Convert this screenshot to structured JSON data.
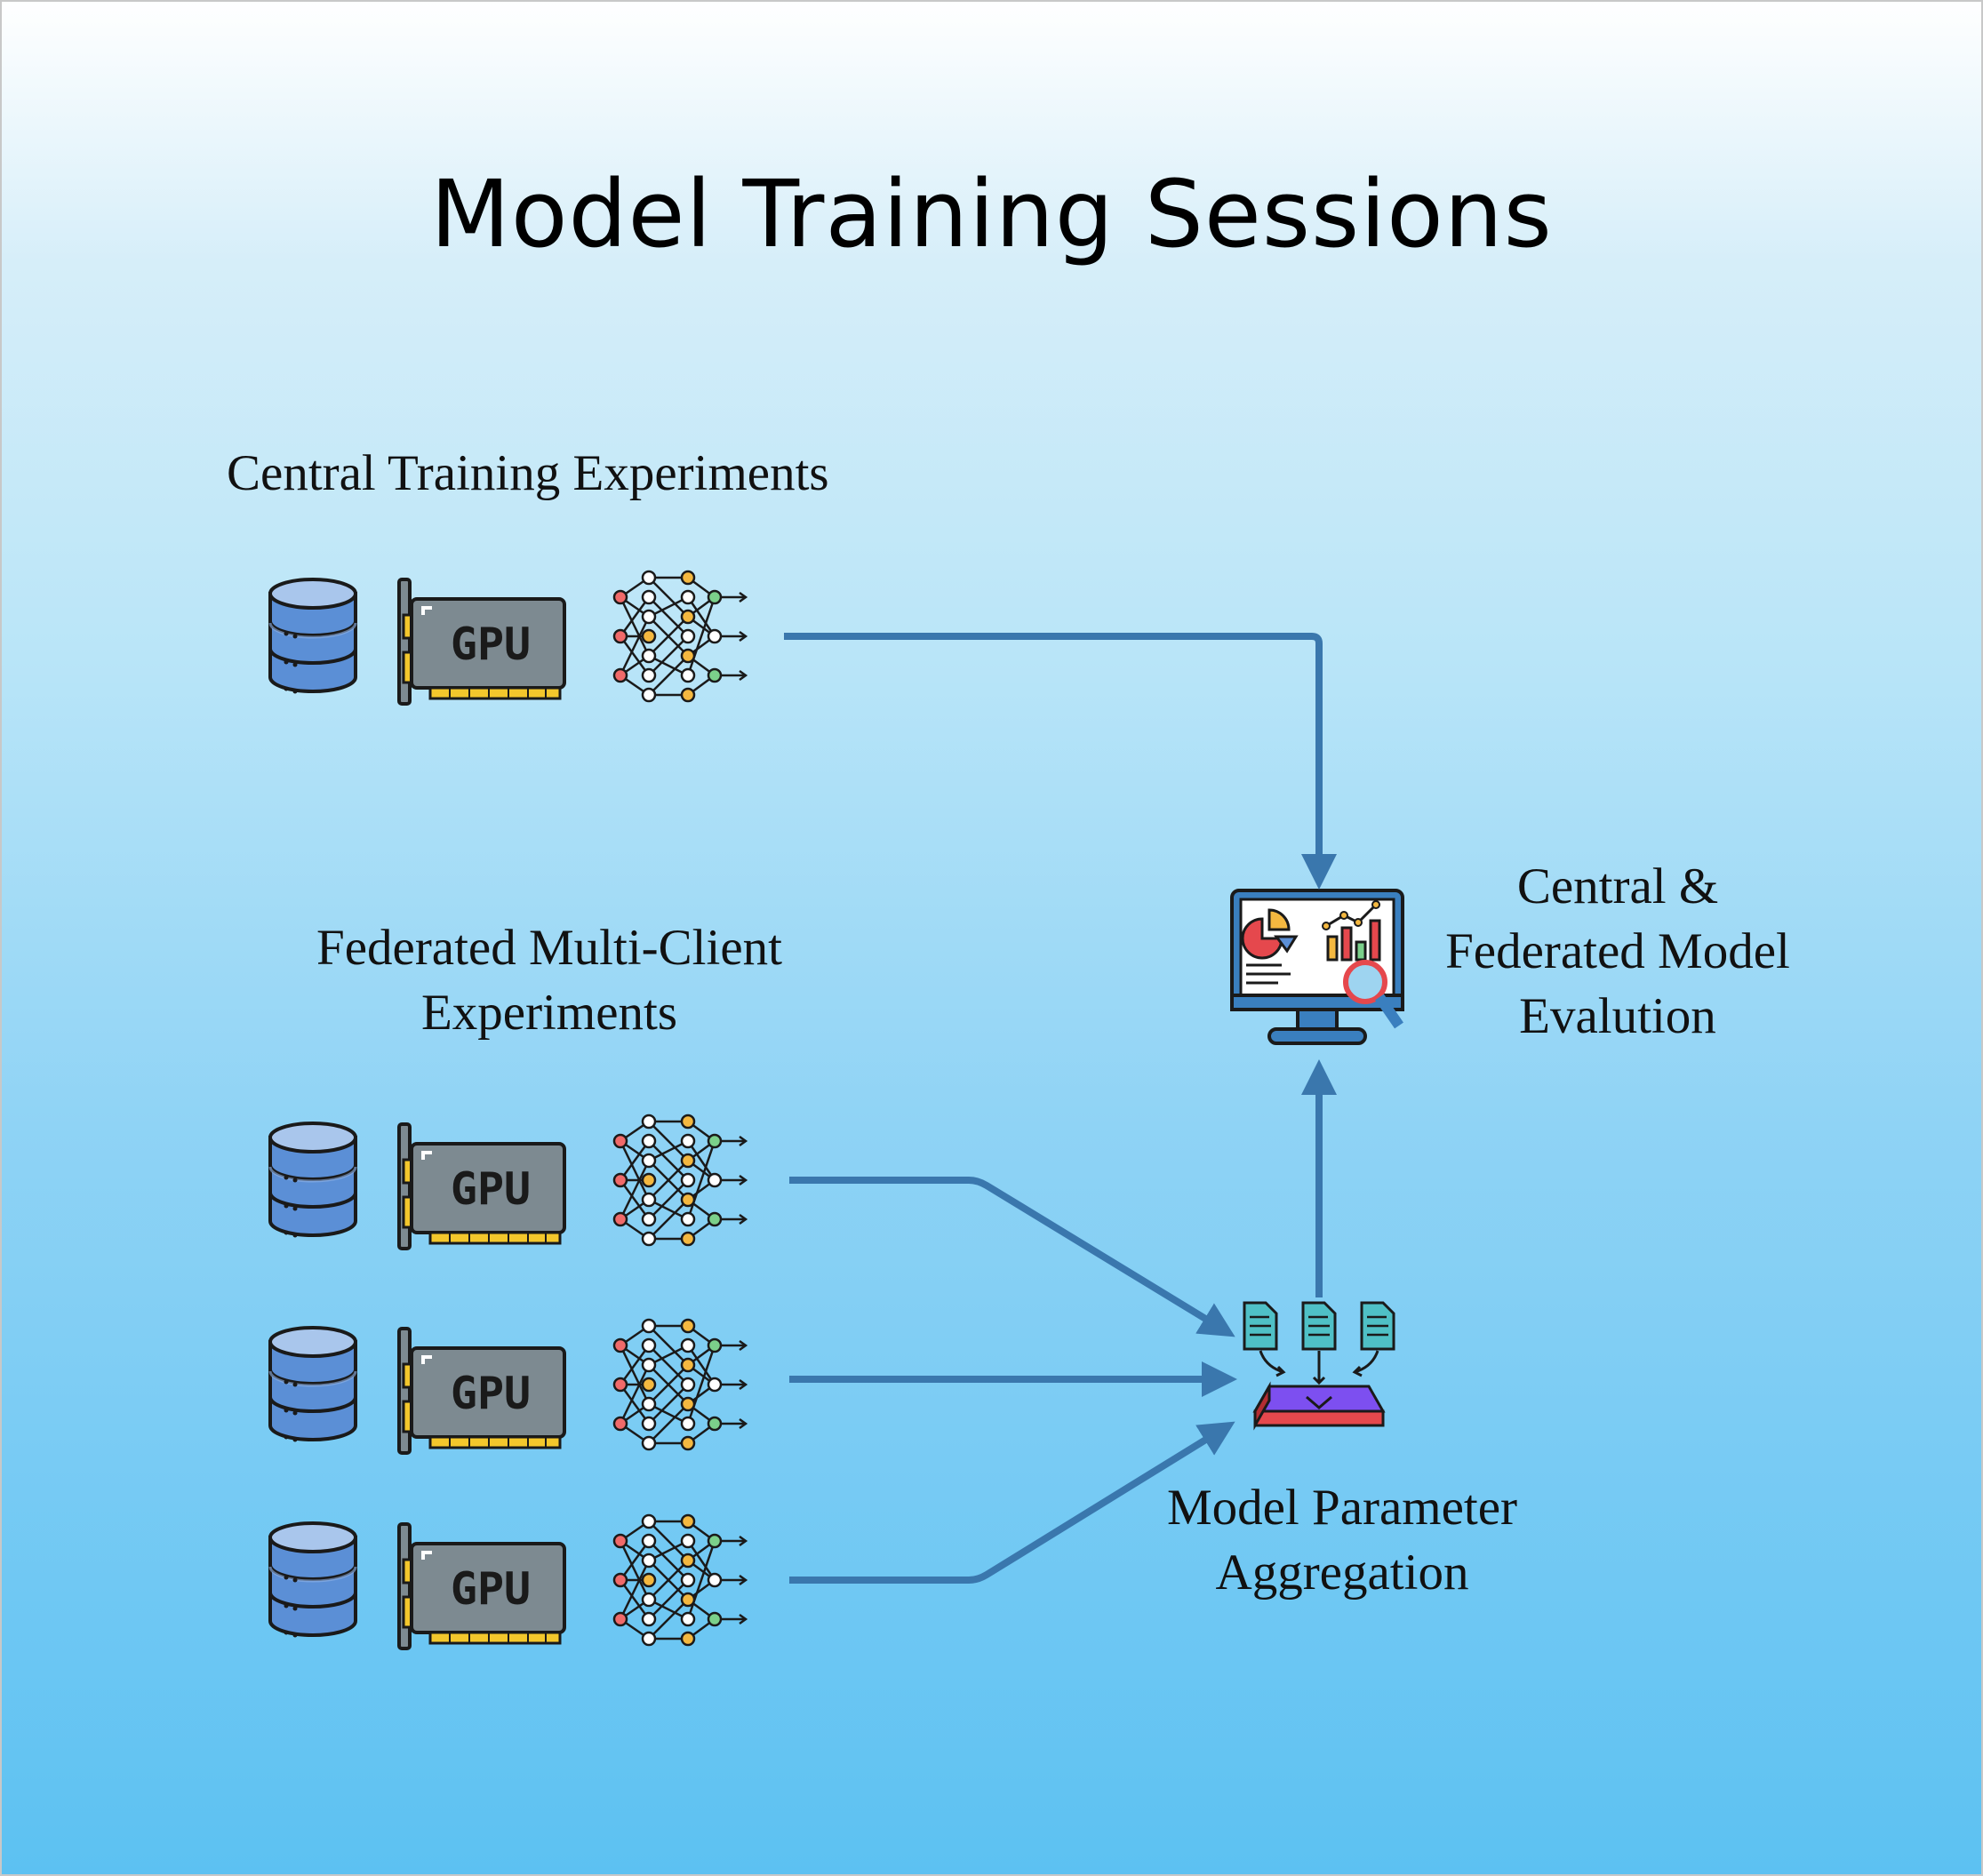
{
  "title": "Model Training Sessions",
  "central_training": {
    "label": "Central Training Experiments",
    "gpu_text": "GPU"
  },
  "federated": {
    "label_line1": "Federated Multi-Client",
    "label_line2": "Experiments",
    "clients": [
      {
        "gpu_text": "GPU"
      },
      {
        "gpu_text": "GPU"
      },
      {
        "gpu_text": "GPU"
      }
    ]
  },
  "evaluation": {
    "label_line1": "Central &",
    "label_line2": "Federated Model",
    "label_line3": "Evalution"
  },
  "aggregation": {
    "label_line1": "Model Parameter",
    "label_line2": "Aggregation"
  },
  "colors": {
    "arrow": "#3a77ad",
    "db_blue": "#5b8fd6",
    "db_top": "#a9c6ec",
    "gpu_body": "#7d8a91",
    "gpu_pins": "#f3c72c",
    "node_red": "#f06a6a",
    "node_orange": "#f4b840",
    "node_green": "#7bd08a",
    "monitor": "#3a7fbf",
    "platform_red": "#e5484d",
    "platform_purple": "#7d4ff0",
    "doc_teal": "#4fc0c6"
  },
  "icons": [
    "database-icon",
    "gpu-card-icon",
    "neural-network-icon",
    "analytics-monitor-icon",
    "aggregation-icon"
  ]
}
